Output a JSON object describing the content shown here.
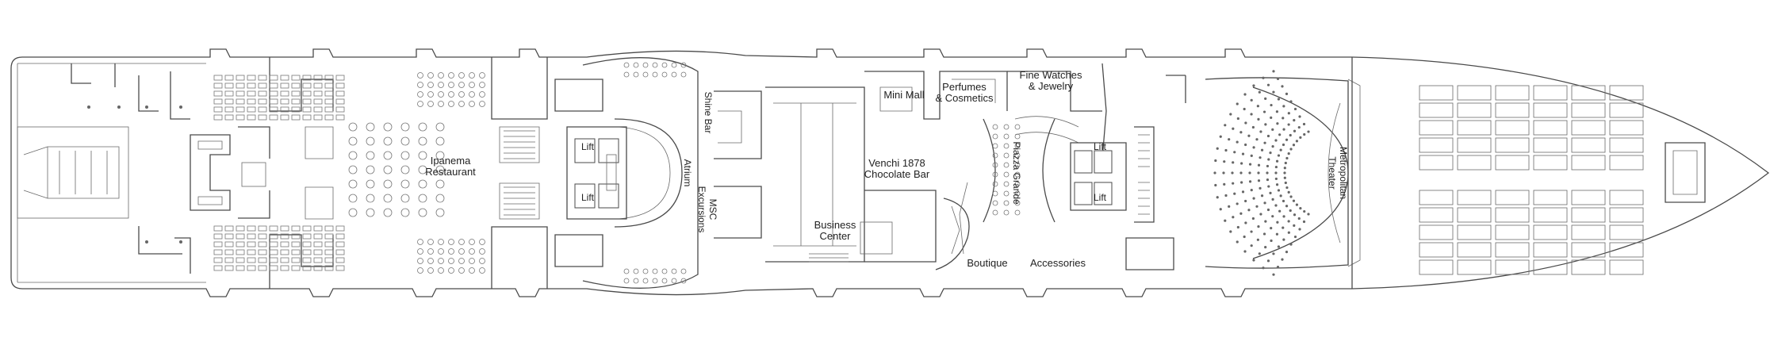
{
  "labels": {
    "ipanema": "Ipanema\nRestaurant",
    "lift_left_top": "Lift",
    "lift_left_bottom": "Lift",
    "shine_bar": "Shine Bar",
    "atrium": "Atrium",
    "msc_excursions": "MSC\nExcursions",
    "mini_mall": "Mini Mall",
    "perfumes": "Perfumes\n& Cosmetics",
    "fine_watches": "Fine Watches\n& Jewelry",
    "venchi": "Venchi 1878\nChocolate Bar",
    "business_center": "Business\nCenter",
    "piazza_grande": "Piazza Grande",
    "lift_right_top": "Lift",
    "lift_right_bottom": "Lift",
    "boutique": "Boutique",
    "accessories": "Accessories",
    "metropolitan": "Metropolitan\nTheater"
  }
}
